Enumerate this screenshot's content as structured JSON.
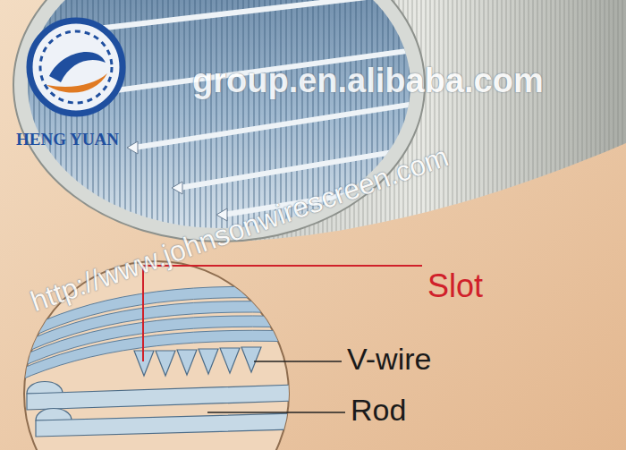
{
  "diagram": {
    "labels": [
      "HENG YUAN",
      "group.en.alibaba.com",
      "http://www.johnsonwirescreen.com",
      "Slot",
      "V-wire",
      "Rod"
    ]
  }
}
